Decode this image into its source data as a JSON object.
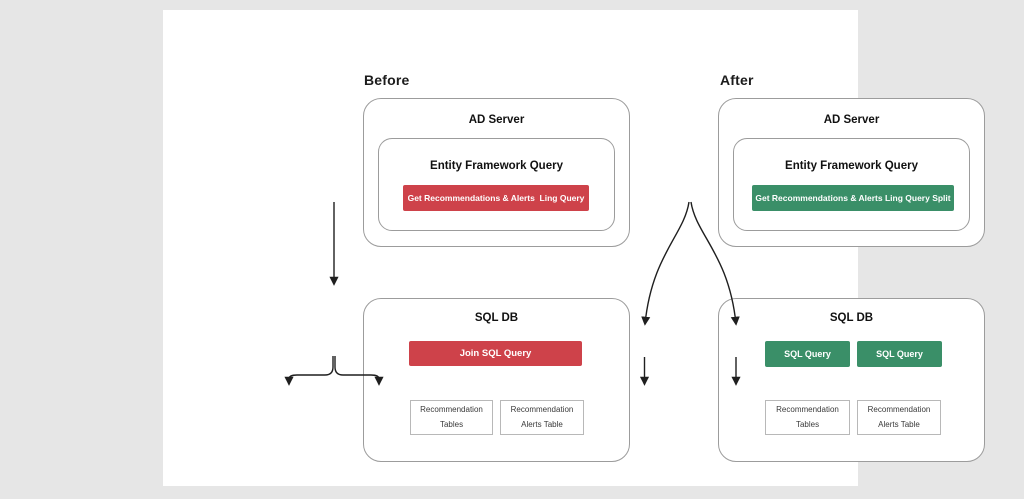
{
  "colors": {
    "background": "#e6e6e6",
    "card": "#ffffff",
    "red": "#ce424a",
    "green": "#3a8f68",
    "border": "#9c9c9c",
    "table-border": "#b8b8b8",
    "arrow": "#1f1f1f",
    "text": "#1c1c1c",
    "chip-text": "#ffffff"
  },
  "before": {
    "label": "Before",
    "ad_server": {
      "title": "AD Server",
      "entity_framework": {
        "title": "Entity Framework Query",
        "query_chip": "Get Recommendations & Alerts  Ling Query"
      }
    },
    "sql_db": {
      "title": "SQL DB",
      "query_chip": "Join SQL Query",
      "tables": [
        {
          "line1": "Recommendation",
          "line2": "Tables"
        },
        {
          "line1": "Recommendation",
          "line2": "Alerts Table"
        }
      ]
    }
  },
  "after": {
    "label": "After",
    "ad_server": {
      "title": "AD Server",
      "entity_framework": {
        "title": "Entity Framework Query",
        "query_chip": "Get Recommendations & Alerts Ling Query Split"
      }
    },
    "sql_db": {
      "title": "SQL DB",
      "query_chips": [
        {
          "label": "SQL Query"
        },
        {
          "label": "SQL Query"
        }
      ],
      "tables": [
        {
          "line1": "Recommendation",
          "line2": "Tables"
        },
        {
          "line1": "Recommendation",
          "line2": "Alerts Table"
        }
      ]
    }
  }
}
